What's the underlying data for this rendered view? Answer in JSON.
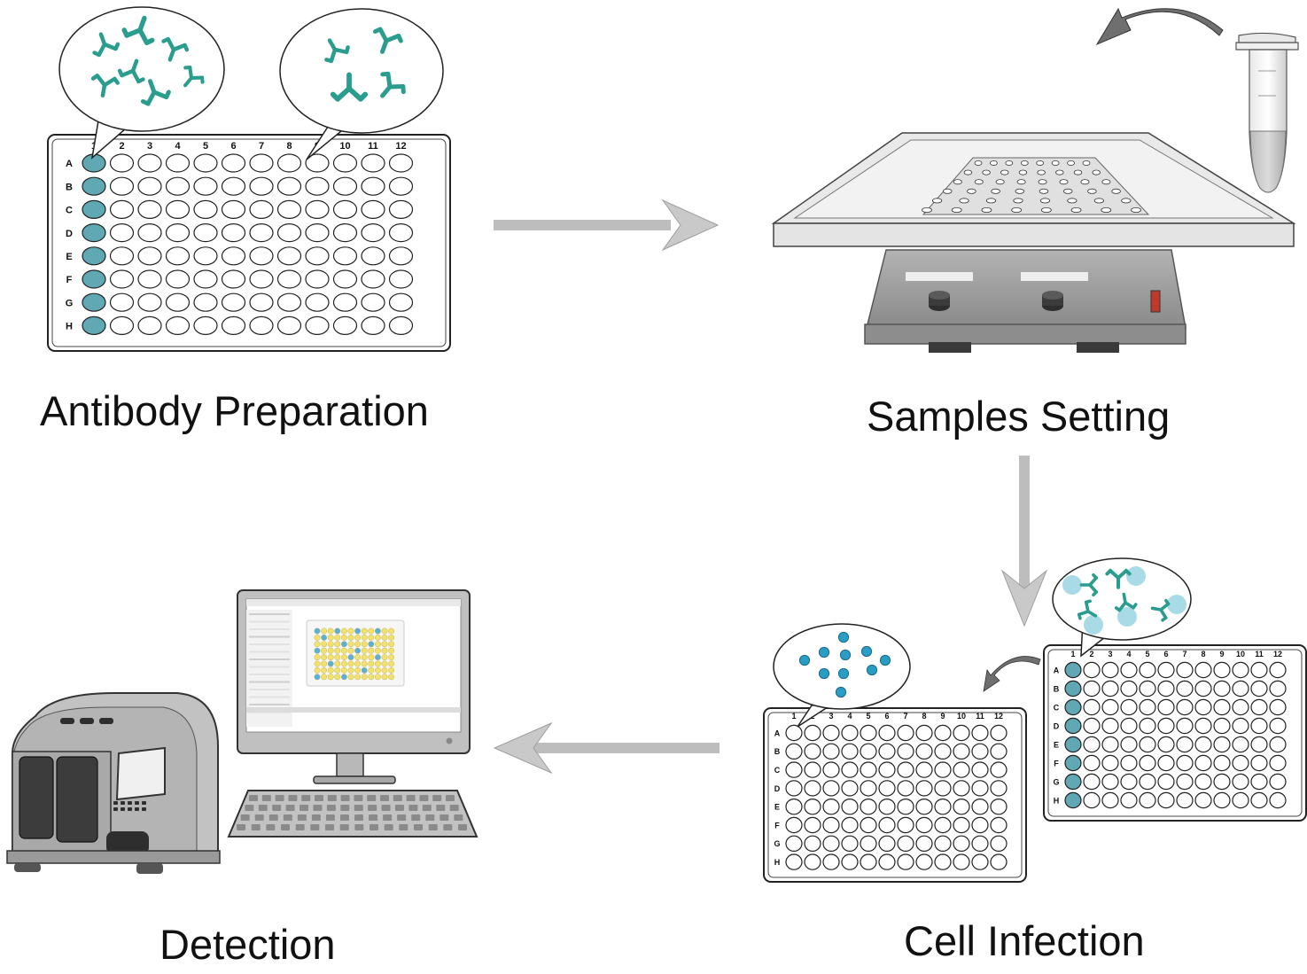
{
  "steps": [
    {
      "id": "antibody",
      "label": "Antibody Preparation"
    },
    {
      "id": "samples",
      "label": "Samples Setting"
    },
    {
      "id": "infection",
      "label": "Cell Infection"
    },
    {
      "id": "detection",
      "label": "Detection"
    }
  ],
  "plate": {
    "columns": [
      "1",
      "2",
      "3",
      "4",
      "5",
      "6",
      "7",
      "8",
      "9",
      "10",
      "11",
      "12"
    ],
    "rows": [
      "A",
      "B",
      "C",
      "D",
      "E",
      "F",
      "G",
      "H"
    ]
  },
  "colors": {
    "well_fill": "#5fa8b4",
    "antibody": "#2a9d8f",
    "cell": "#a8dbe6",
    "virus": "#2a9dc4",
    "arrow": "#bdbdbd",
    "device": "#9e9e9e",
    "screen_yellow": "#f2e16b",
    "screen_blue": "#5bb0d8"
  },
  "icons": [
    "antibody-icon",
    "shaker-icon",
    "tube-icon",
    "plate-icon",
    "plate-reader-icon",
    "computer-icon"
  ]
}
